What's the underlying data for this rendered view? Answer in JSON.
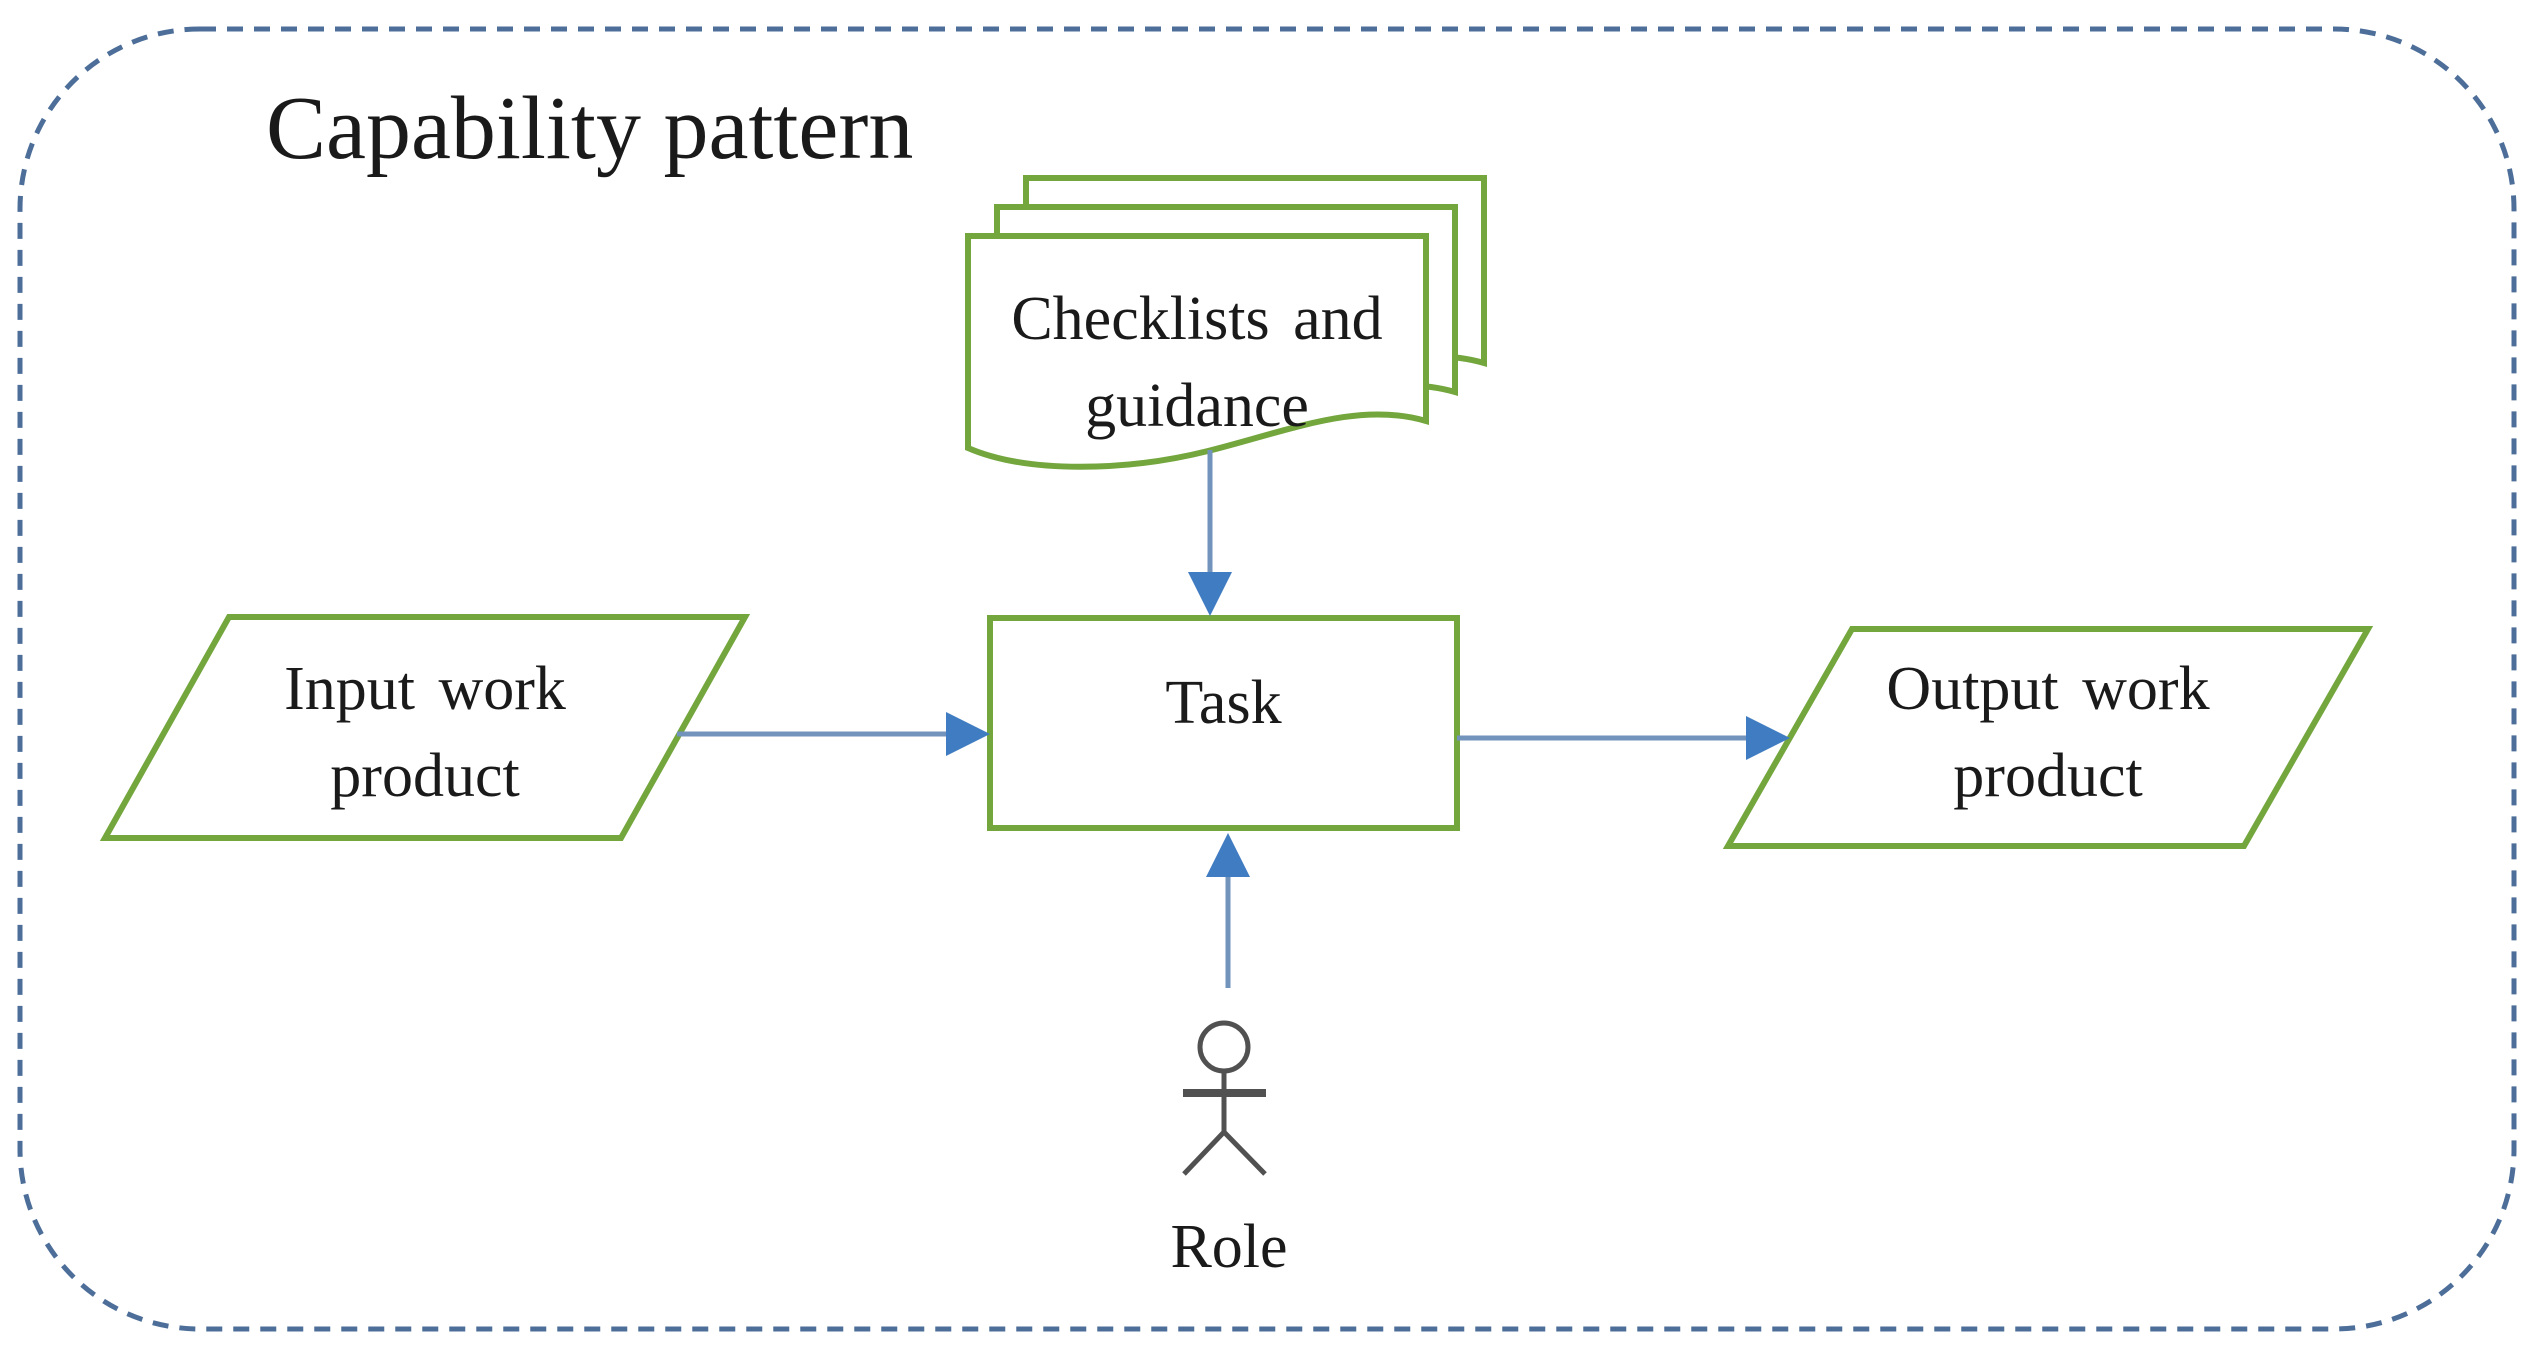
{
  "diagram": {
    "title": "Capability pattern",
    "nodes": [
      {
        "id": "checklists",
        "label": "Checklists and guidance",
        "shape": "document-stack"
      },
      {
        "id": "input",
        "label": "Input work product",
        "shape": "parallelogram"
      },
      {
        "id": "task",
        "label": "Task",
        "shape": "rectangle"
      },
      {
        "id": "output",
        "label": "Output work product",
        "shape": "parallelogram"
      },
      {
        "id": "role",
        "label": "Role",
        "shape": "actor"
      }
    ],
    "edges": [
      {
        "from": "checklists",
        "to": "task",
        "direction": "down"
      },
      {
        "from": "input",
        "to": "task",
        "direction": "right"
      },
      {
        "from": "task",
        "to": "output",
        "direction": "right"
      },
      {
        "from": "role",
        "to": "task",
        "direction": "up"
      }
    ],
    "colors": {
      "container_border": "#4c6e99",
      "shape_border": "#74a63e",
      "arrow_line": "#7293bb",
      "arrow_head": "#3f7cc1",
      "actor": "#515151",
      "text": "#1a1a1a"
    }
  }
}
